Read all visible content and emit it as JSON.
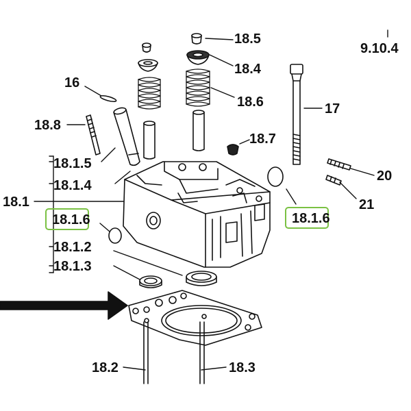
{
  "diagram": {
    "page_ref": "9.10.4",
    "highlight_color": "#7ac143",
    "labels": {
      "p18_5": "18.5",
      "p18_4": "18.4",
      "p18_6": "18.6",
      "p16": "16",
      "p18_8": "18.8",
      "p17": "17",
      "p18_7": "18.7",
      "p18_1_5": "18.1.5",
      "p18_1_4": "18.1.4",
      "p18_1": "18.1",
      "p18_1_6_left": "18.1.6",
      "p18_1_6_right": "18.1.6",
      "p18_1_2": "18.1.2",
      "p18_1_3": "18.1.3",
      "p20": "20",
      "p21": "21",
      "p18_2": "18.2",
      "p18_3": "18.3"
    }
  }
}
